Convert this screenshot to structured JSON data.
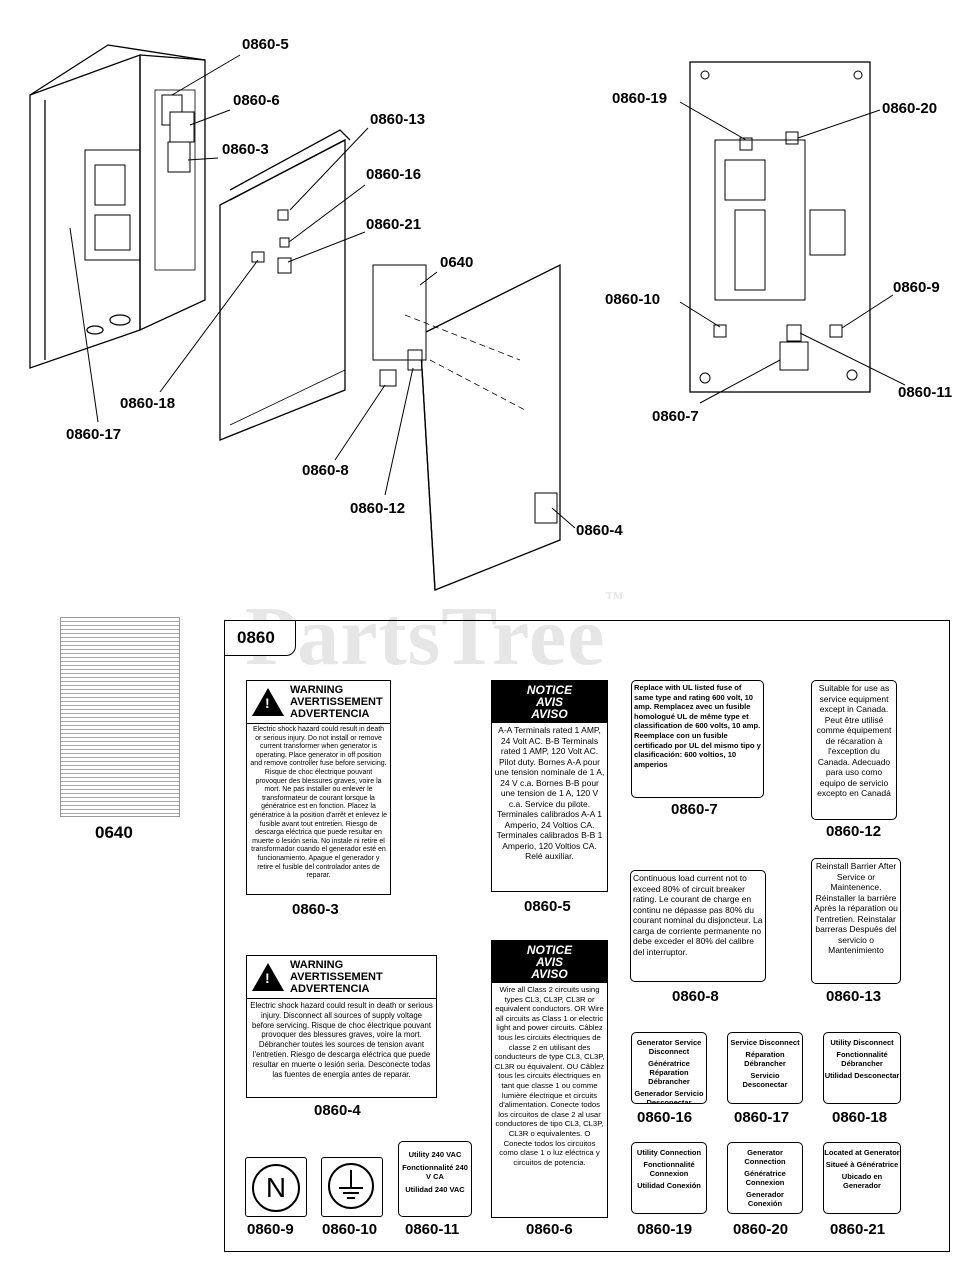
{
  "exploded_callouts": {
    "c1": "0860-5",
    "c2": "0860-6",
    "c3": "0860-3",
    "c4": "0860-13",
    "c5": "0860-16",
    "c6": "0860-21",
    "c7": "0640",
    "c8": "0860-18",
    "c9": "0860-17",
    "c10": "0860-8",
    "c11": "0860-12",
    "c12": "0860-4",
    "c13": "0860-19",
    "c14": "0860-20",
    "c15": "0860-10",
    "c16": "0860-9",
    "c17": "0860-7",
    "c18": "0860-11"
  },
  "watermark": "PartsTree",
  "watermark_tm": "™",
  "kit_label": "0860",
  "manual_caption": "0640",
  "decals": {
    "d3": {
      "caption": "0860-3",
      "header": [
        "WARNING",
        "AVERTISSEMENT",
        "ADVERTENCIA"
      ],
      "body": "Electric shock hazard could result in death or serious injury. Do not install or remove current transformer when generator is operating. Place generator in off position and remove controller fuse before servicing. Risque de choc électrique pouvant provoquer des blessures graves, voire la mort. Ne pas installer ou enlever le transformateur de courant lorsque la génératrice est en fonction. Placez la génératrice à la position d'arrêt et enlevez le fusible avant tout entretien. Riesgo de descarga eléctrica que puede resultar en muerte o lesión seria. No instale ni retire el transformador cuando el generador esté en funcionamiento. Apague el generador y retire el fusible del controlador antes de reparar."
    },
    "d5": {
      "caption": "0860-5",
      "header": [
        "NOTICE",
        "AVIS",
        "AVISO"
      ],
      "body": "A-A Terminals rated 1 AMP, 24 Volt AC. B-B Terminals rated 1 AMP, 120 Volt AC. Pilot duty. Bornes A-A pour une tension nominale de 1 A, 24 V c.a. Bornes B-B pour une tension de 1 A, 120 V c.a. Service du pilote. Terminales calibrados A-A 1 Amperio, 24 Voltios CA. Terminales calibrados B-B 1 Amperio, 120 Voltios CA. Relé auxiliar."
    },
    "d7": {
      "caption": "0860-7",
      "body": "Replace with UL listed fuse of same type and rating 600 volt, 10 amp. Remplacez avec un fusible homologué UL de même type et classification de 600 volts, 10 amp. Reemplace con un fusible certificado por UL del mismo tipo y clasificación: 600 voltios, 10 amperios"
    },
    "d12": {
      "caption": "0860-12",
      "body": "Suitable for use as service equipment except in Canada. Peut être utilisé comme équipement de récaration à l'exception du Canada. Adecuado para uso como equipo de servicio excepto en Canadá"
    },
    "d4": {
      "caption": "0860-4",
      "header": [
        "WARNING",
        "AVERTISSEMENT",
        "ADVERTENCIA"
      ],
      "body": "Electric shock hazard could result in death or serious injury. Disconnect all sources of supply voltage before servicing. Risque de choc électrique pouvant provoquer des blessures graves, voire la mort. Débrancher toutes les sources de tension avant l'entretien. Riesgo de descarga eléctrica que puede resultar en muerte o lesión seria. Desconecte todas las fuentes de energía antes de reparar."
    },
    "d6": {
      "caption": "0860-6",
      "header": [
        "NOTICE",
        "AVIS",
        "AVISO"
      ],
      "body": "Wire all Class 2 circuits using types CL3, CL3P, CL3R or equivalent conductors. OR Wire all circuits as Class 1 or electric light and power circuits. Câblez tous les circuits électriques de classe 2 en utilisant des conducteurs de type CL3, CL3P, CL3R ou équivalent. OU Câblez tous les circuits électriques en tant que classe 1 ou comme lumière électrique et circuits d'alimentation. Conecte todos los circuitos de clase 2 al usar conductores de tipo CL3, CL3P, CL3R o equivalentes. O Conecte todos los circuitos como clase 1 o luz eléctrica y circuitos de potencia."
    },
    "d8": {
      "caption": "0860-8",
      "body": "Continuous load current not to exceed 80% of circuit breaker rating. Le courant de charge en continu ne dépasse pas 80% du courant nominal du disjoncteur. La carga de corriente permanente no debe exceder el 80% del calibre del interruptor."
    },
    "d13": {
      "caption": "0860-13",
      "body": "Reinstall Barrier After Service or Maintenence. Réinstaller la barrière Après la réparation ou l'entretien. Reinstalar barreras Después del servicio o Mantenimiento"
    },
    "d16": {
      "caption": "0860-16",
      "lines": [
        "Generator Service Disconnect",
        "Génératrice Réparation Débrancher",
        "Generador Servicio Desconectar"
      ]
    },
    "d17": {
      "caption": "0860-17",
      "lines": [
        "Service Disconnect",
        "Réparation Débrancher",
        "Servicio Desconectar"
      ]
    },
    "d18": {
      "caption": "0860-18",
      "lines": [
        "Utility Disconnect",
        "Fonctionnalité Débrancher",
        "Utilidad Desconectar"
      ]
    },
    "d9": {
      "caption": "0860-9",
      "symbol": "N"
    },
    "d10": {
      "caption": "0860-10"
    },
    "d11": {
      "caption": "0860-11",
      "lines": [
        "Utility 240 VAC",
        "Fonctionnalité 240 V CA",
        "Utilidad 240 VAC"
      ]
    },
    "d19": {
      "caption": "0860-19",
      "lines": [
        "Utility Connection",
        "Fonctionnalité Connexion",
        "Utilidad Conexión"
      ]
    },
    "d20": {
      "caption": "0860-20",
      "lines": [
        "Generator Connection",
        "Génératrice Connexion",
        "Generador Conexión"
      ]
    },
    "d21": {
      "caption": "0860-21",
      "lines": [
        "Located at Generator",
        "Situeé à Génératrice",
        "Ubicado en Generador"
      ]
    }
  }
}
